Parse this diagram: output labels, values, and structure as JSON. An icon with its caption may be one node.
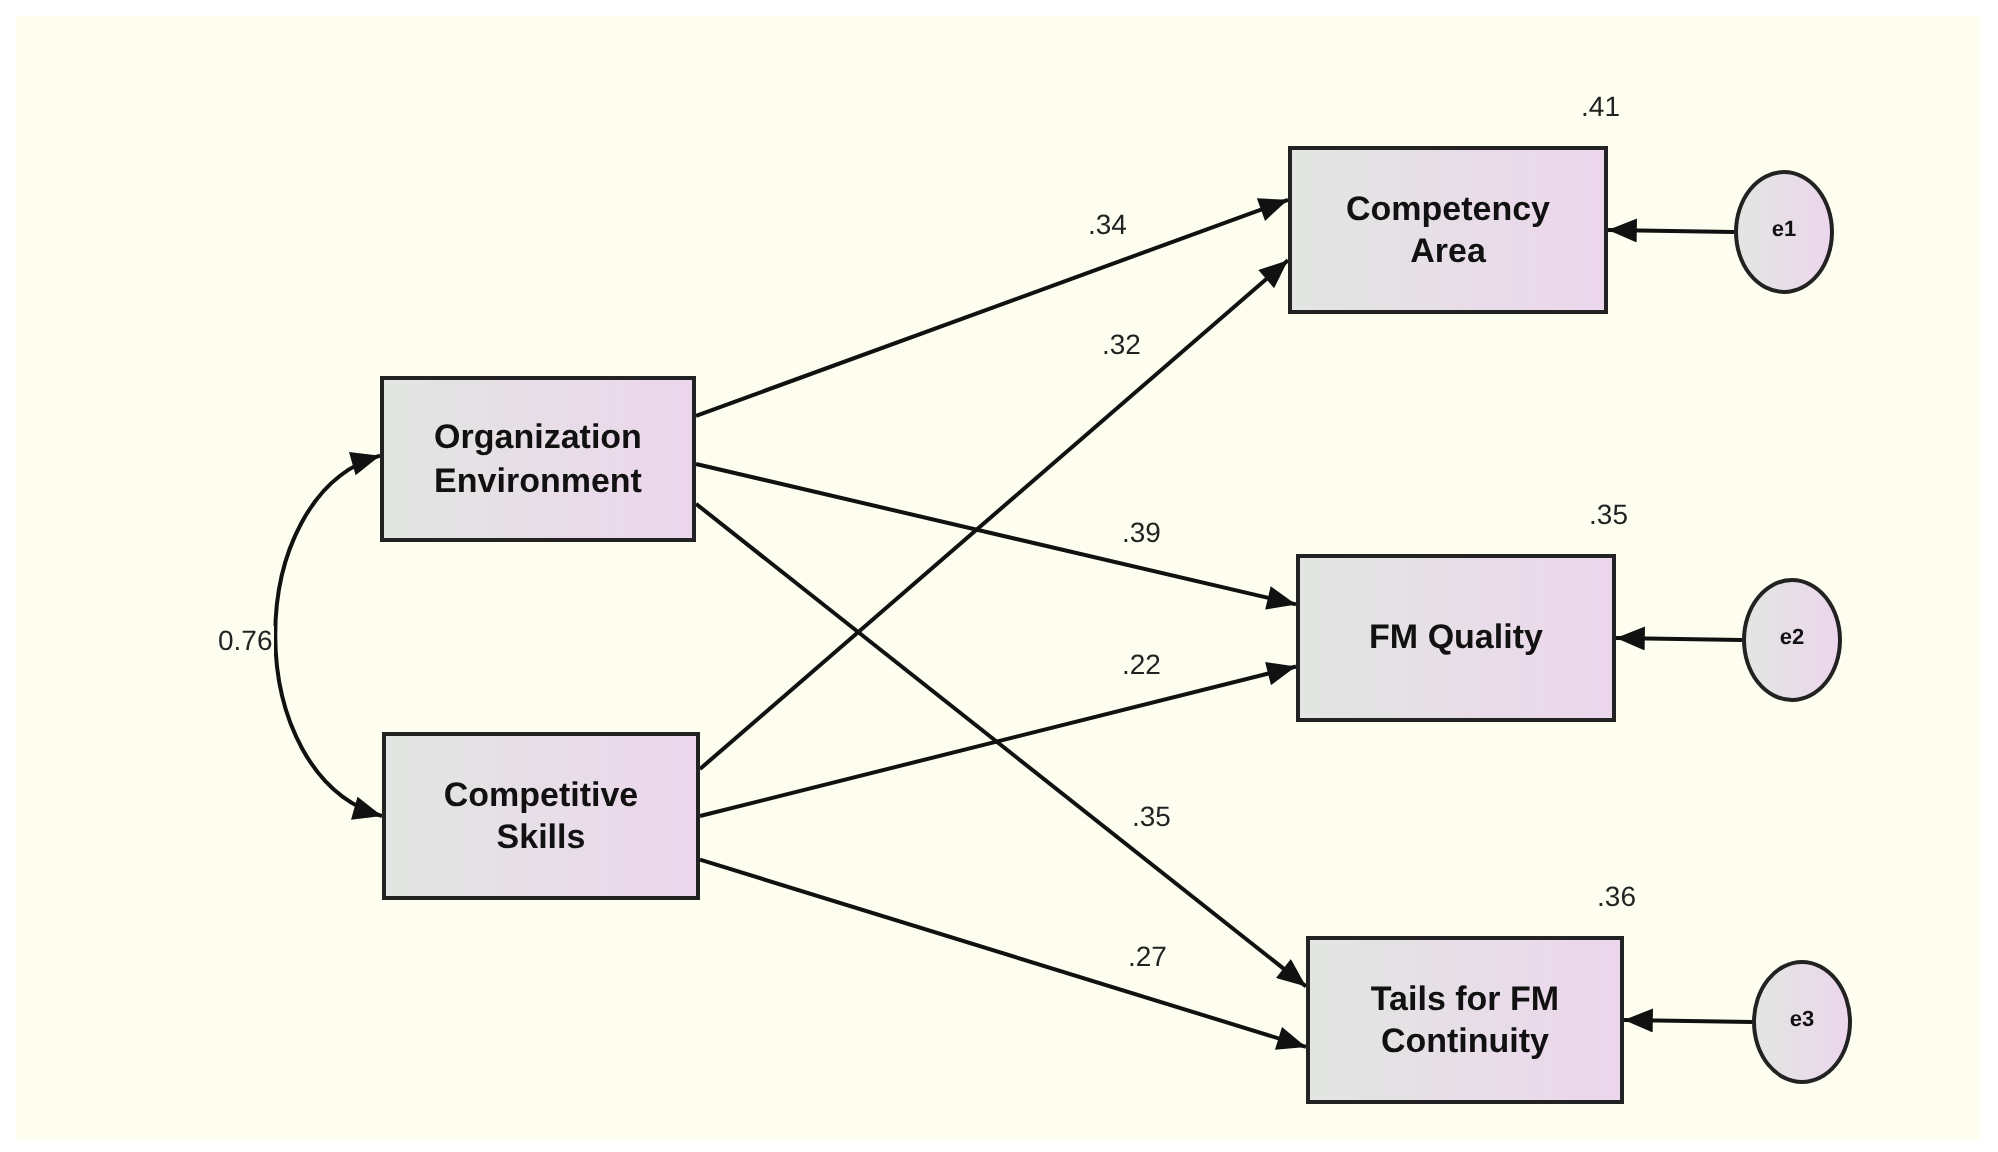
{
  "diagram": {
    "nodes": [
      {
        "text": [
          "Organization Environment"
        ]
      },
      {
        "text": [
          "Competitive Skills"
        ]
      },
      {
        "text": [
          "Competency Area"
        ],
        "beside": [
          ".41"
        ]
      },
      {
        "text": [
          "FM Quality"
        ],
        "beside": [
          ".35"
        ]
      },
      {
        "text": [
          "Tails for FM Continuity"
        ],
        "beside": [
          ".36"
        ]
      },
      {
        "text": [
          "e1"
        ]
      },
      {
        "text": [
          "e2"
        ]
      },
      {
        "text": [
          "e3"
        ]
      }
    ],
    "edges": [
      {
        "from": 0,
        "to": 1,
        "arrow": "both",
        "label": "0.76"
      },
      {
        "from": 0,
        "to": 2,
        "arrow": "to",
        "label": ".34"
      },
      {
        "from": 1,
        "to": 2,
        "arrow": "to",
        "label": ".32"
      },
      {
        "from": 0,
        "to": 3,
        "arrow": "to",
        "label": ".39"
      },
      {
        "from": 1,
        "to": 3,
        "arrow": "to",
        "label": ".22"
      },
      {
        "from": 0,
        "to": 4,
        "arrow": "to",
        "label": ".35"
      },
      {
        "from": 1,
        "to": 4,
        "arrow": "to",
        "label": ".27"
      },
      {
        "from": 5,
        "to": 2,
        "arrow": "to"
      },
      {
        "from": 6,
        "to": 3,
        "arrow": "to"
      },
      {
        "from": 7,
        "to": 4,
        "arrow": "to"
      }
    ]
  }
}
